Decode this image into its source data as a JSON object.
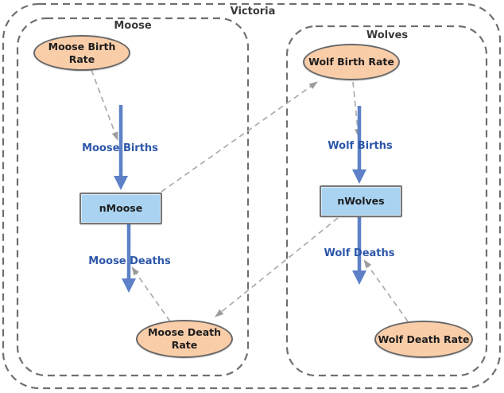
{
  "diagram": {
    "type": "system-dynamics-model",
    "title": "Victoria",
    "groups": [
      {
        "id": "moose",
        "label": "Moose"
      },
      {
        "id": "wolves",
        "label": "Wolves"
      }
    ],
    "nodes": {
      "moose_birth_rate": {
        "label": "Moose Birth Rate",
        "kind": "variable",
        "lines": [
          "Moose Birth Rate"
        ]
      },
      "wolf_birth_rate": {
        "label": "Wolf Birth Rate",
        "kind": "variable",
        "lines": [
          "Wolf Birth Rate"
        ]
      },
      "nmoose": {
        "label": "nMoose",
        "kind": "stock"
      },
      "nwolves": {
        "label": "nWolves",
        "kind": "stock"
      },
      "moose_death_rate": {
        "label": "Moose Death Rate",
        "kind": "variable",
        "lines": [
          "Moose Death",
          "Rate"
        ]
      },
      "wolf_death_rate": {
        "label": "Wolf Death Rate",
        "kind": "variable",
        "lines": [
          "Wolf Death Rate"
        ]
      }
    },
    "flows": {
      "moose_births": {
        "label": "Moose Births",
        "from": "source",
        "to": "nMoose"
      },
      "moose_deaths": {
        "label": "Moose Deaths",
        "from": "nMoose",
        "to": "sink"
      },
      "wolf_births": {
        "label": "Wolf Births",
        "from": "source",
        "to": "nWolves"
      },
      "wolf_deaths": {
        "label": "Wolf Deaths",
        "from": "nWolves",
        "to": "sink"
      }
    },
    "connectors": [
      {
        "from": "Moose Birth Rate",
        "to": "Moose Births"
      },
      {
        "from": "Wolf Birth Rate",
        "to": "Wolf Births"
      },
      {
        "from": "Moose Death Rate",
        "to": "Moose Deaths"
      },
      {
        "from": "Wolf Death Rate",
        "to": "Wolf Deaths"
      },
      {
        "from": "nMoose",
        "to": "Wolf Birth Rate"
      },
      {
        "from": "nWolves",
        "to": "Moose Death Rate"
      }
    ],
    "colors": {
      "stock_fill": "#a9d3f1",
      "variable_fill": "#facda9",
      "flow_arrow": "#5d80c7",
      "flow_label_text": "#2d57a9",
      "connector_line": "#acacac",
      "connector_head": "#9c9c9c",
      "container_border": "#6f6f6f",
      "node_border": "#686868",
      "text": "#1d1d1d",
      "background": "#ffffff"
    }
  }
}
